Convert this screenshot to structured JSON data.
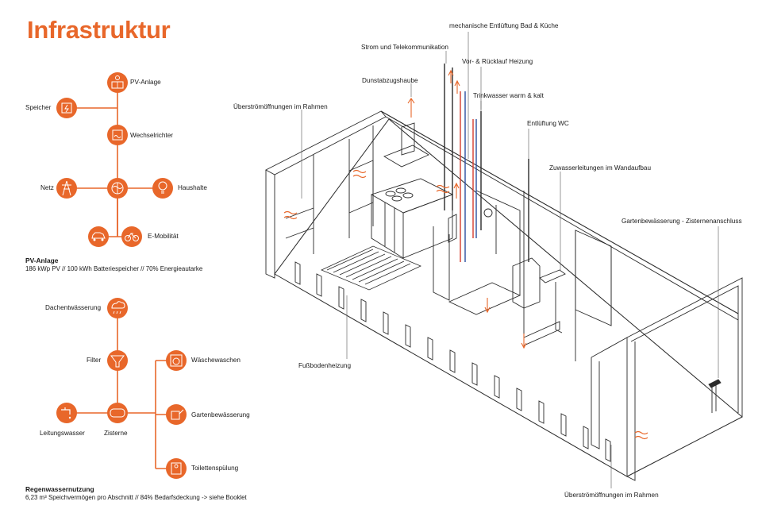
{
  "title": "Infrastruktur",
  "accent_color": "#e8672a",
  "energy": {
    "nodes": {
      "pv": "PV-Anlage",
      "speicher": "Speicher",
      "wechselrichter": "Wechselrichter",
      "netz": "Netz",
      "haushalte": "Haushalte",
      "emobil": "E-Mobilität"
    },
    "icons": {
      "pv": "solar-panel-icon",
      "speicher": "battery-icon",
      "wechselrichter": "inverter-icon",
      "netz": "power-tower-icon",
      "center": "brain-icon",
      "haushalte": "lightbulb-icon",
      "car": "car-icon",
      "bike": "bicycle-icon"
    },
    "caption_title": "PV-Anlage",
    "caption_text": "186  kWp PV // 100 kWh Batteriespeicher // 70% Energieautarke"
  },
  "water": {
    "nodes": {
      "dach": "Dachentwässerung",
      "filter": "Filter",
      "waesche": "Wäschewaschen",
      "leitung": "Leitungswasser",
      "zisterne": "Zisterne",
      "garten": "Gartenbewässerung",
      "toilette": "Toilettenspülung"
    },
    "icons": {
      "dach": "rain-cloud-icon",
      "filter": "funnel-icon",
      "waesche": "washing-machine-icon",
      "leitung": "faucet-icon",
      "zisterne": "tank-icon",
      "garten": "watering-can-icon",
      "toilette": "toilet-paper-icon"
    },
    "caption_title": "Regenwassernutzung",
    "caption_text": "6,23 m³ Speichvermögen pro Abschnitt // 84% Bedarfsdeckung -> siehe Booklet"
  },
  "drawing_labels": {
    "mech": "mechanische Entlüftung Bad & Küche",
    "strom": "Strom und Telekommunikation",
    "vorlauf": "Vor- & Rücklauf Heizung",
    "dunst": "Dunstabzugshaube",
    "trink": "Trinkwasser warm & kalt",
    "uber_top": "Überströmöffnungen im Rahmen",
    "wc": "Entlüftung WC",
    "zuwasser": "Zuwasserleitungen im Wandaufbau",
    "garten": "Gartenbewässerung - Zisternenanschluss",
    "fussboden": "Fußbodenheizung",
    "uber_bottom": "Überströmöffnungen im Rahmen"
  }
}
